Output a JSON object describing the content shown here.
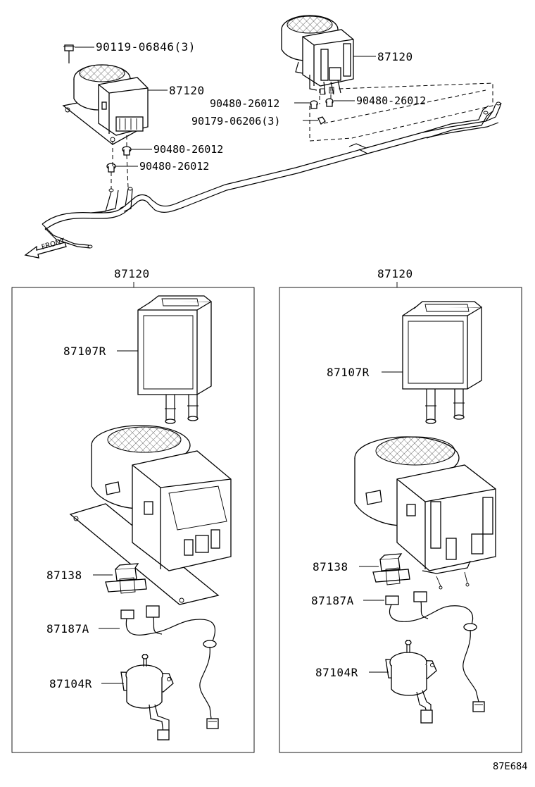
{
  "diagram": {
    "reference_code": "87E684",
    "front_label": "FRONT",
    "overview": {
      "callouts": [
        {
          "id": "screw_top",
          "text": "90119-06846(3)"
        },
        {
          "id": "unit_left",
          "text": "87120"
        },
        {
          "id": "unit_right",
          "text": "87120"
        },
        {
          "id": "grommet_r1",
          "text": "90480-26012"
        },
        {
          "id": "grommet_r2",
          "text": "90480-26012"
        },
        {
          "id": "screw_r",
          "text": "90179-06206(3)"
        },
        {
          "id": "grommet_l1",
          "text": "90480-26012"
        },
        {
          "id": "grommet_l2",
          "text": "90480-26012"
        }
      ]
    },
    "panels": [
      {
        "title": "87120",
        "parts": [
          {
            "id": "core",
            "text": "87107R"
          },
          {
            "id": "resistor",
            "text": "87138"
          },
          {
            "id": "harness",
            "text": "87187A"
          },
          {
            "id": "motor",
            "text": "87104R"
          }
        ]
      },
      {
        "title": "87120",
        "parts": [
          {
            "id": "core",
            "text": "87107R"
          },
          {
            "id": "resistor",
            "text": "87138"
          },
          {
            "id": "harness",
            "text": "87187A"
          },
          {
            "id": "motor",
            "text": "87104R"
          }
        ]
      }
    ]
  }
}
